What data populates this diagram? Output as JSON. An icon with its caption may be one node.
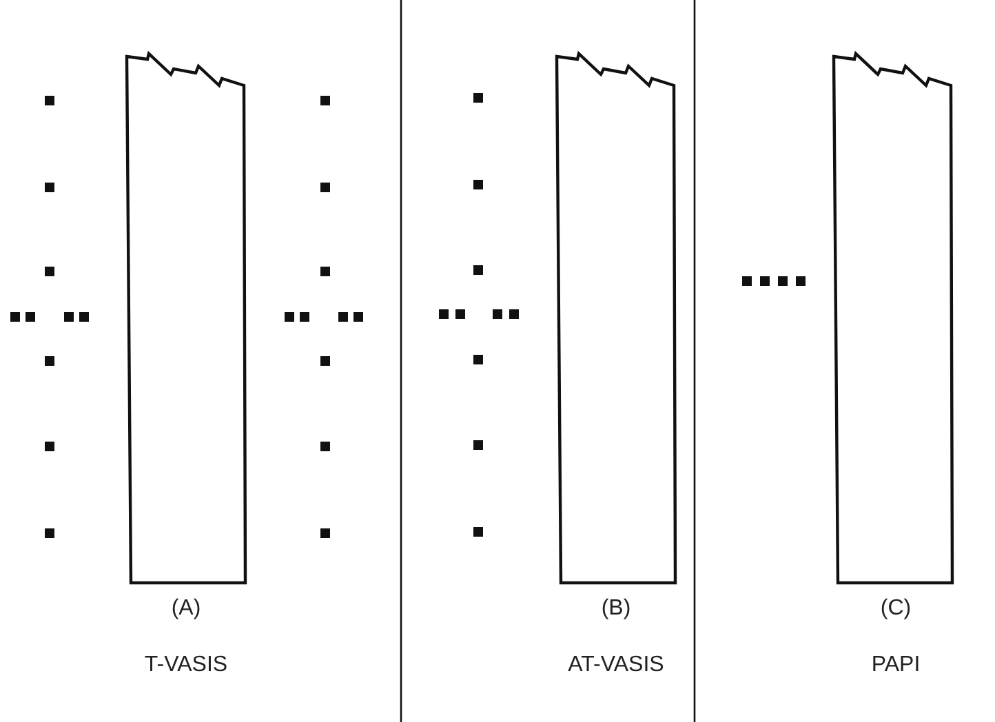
{
  "diagram": {
    "labels": [
      "(A)",
      "T-VASIS",
      "(B)",
      "AT-VASIS",
      "(C)",
      "PAPI"
    ]
  }
}
